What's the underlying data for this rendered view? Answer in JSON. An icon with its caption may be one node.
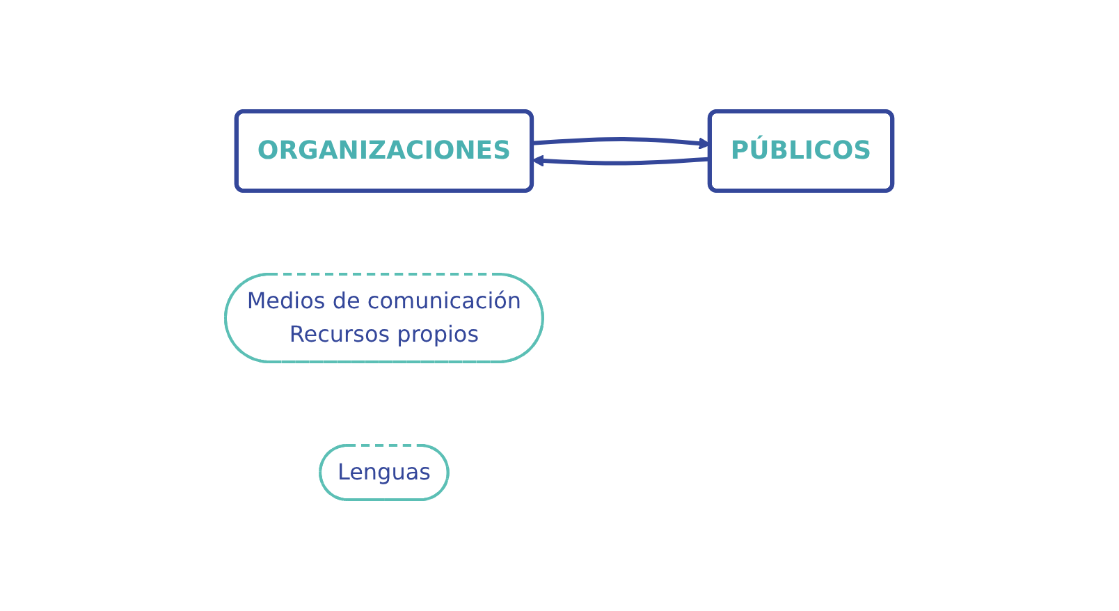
{
  "diagram": {
    "nodes": [
      {
        "text": [
          "ORGANIZACIONES"
        ]
      },
      {
        "text": [
          "PÚBLICOS"
        ]
      },
      {
        "text": [
          "Medios de comunicación",
          "Recursos propios"
        ]
      },
      {
        "text": [
          "Lenguas"
        ]
      }
    ],
    "edges": [
      {
        "from": 0,
        "to": 1,
        "arrow": "to"
      },
      {
        "from": 1,
        "to": 0,
        "arrow": "to"
      }
    ]
  }
}
